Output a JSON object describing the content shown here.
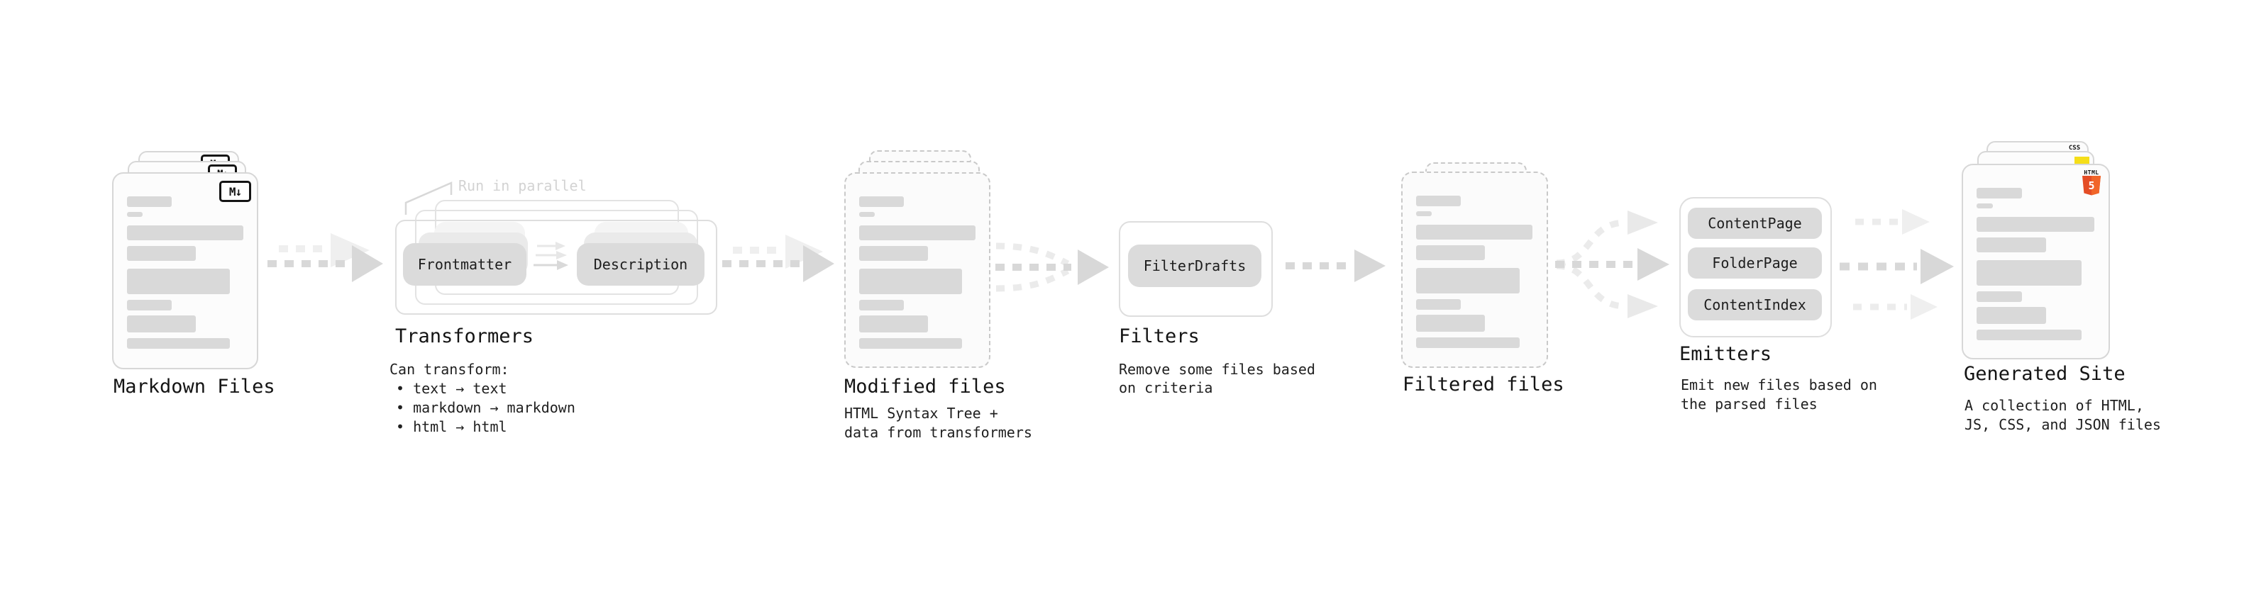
{
  "diagram": {
    "markdown_files": {
      "label": "Markdown Files",
      "badge": "M↓"
    },
    "transformers": {
      "title": "Transformers",
      "note": "Run in parallel",
      "pills": [
        "Frontmatter",
        "Description"
      ],
      "desc_heading": "Can transform:",
      "bullets": [
        "• text → text",
        "• markdown → markdown",
        "• html → html"
      ]
    },
    "modified_files": {
      "label": "Modified files",
      "desc": [
        "HTML Syntax Tree +",
        "data from transformers"
      ]
    },
    "filters": {
      "title": "Filters",
      "pill": "FilterDrafts",
      "desc": [
        "Remove some files based",
        "on criteria"
      ]
    },
    "filtered_files": {
      "label": "Filtered files"
    },
    "emitters": {
      "title": "Emitters",
      "pills": [
        "ContentPage",
        "FolderPage",
        "ContentIndex"
      ],
      "desc": [
        "Emit new files based on",
        "the parsed files"
      ]
    },
    "generated_site": {
      "label": "Generated Site",
      "badges": {
        "html_label": "HTML",
        "html_number": "5",
        "css_label": "CSS"
      },
      "desc": [
        "A collection of HTML,",
        "JS, CSS, and JSON files"
      ]
    }
  },
  "colors": {
    "html5_orange": "#e44d26",
    "js_yellow": "#f5de19",
    "css_blue": "#2965f1",
    "skeleton_gray": "#d9d9d9",
    "card_border": "#d7d7d7",
    "dashed_border": "#c9c9c9",
    "arrow_gray": "#d8d8d8",
    "arrow_light": "#ededed",
    "note_gray": "#d3d3d3",
    "text": "#1c1c1c"
  }
}
